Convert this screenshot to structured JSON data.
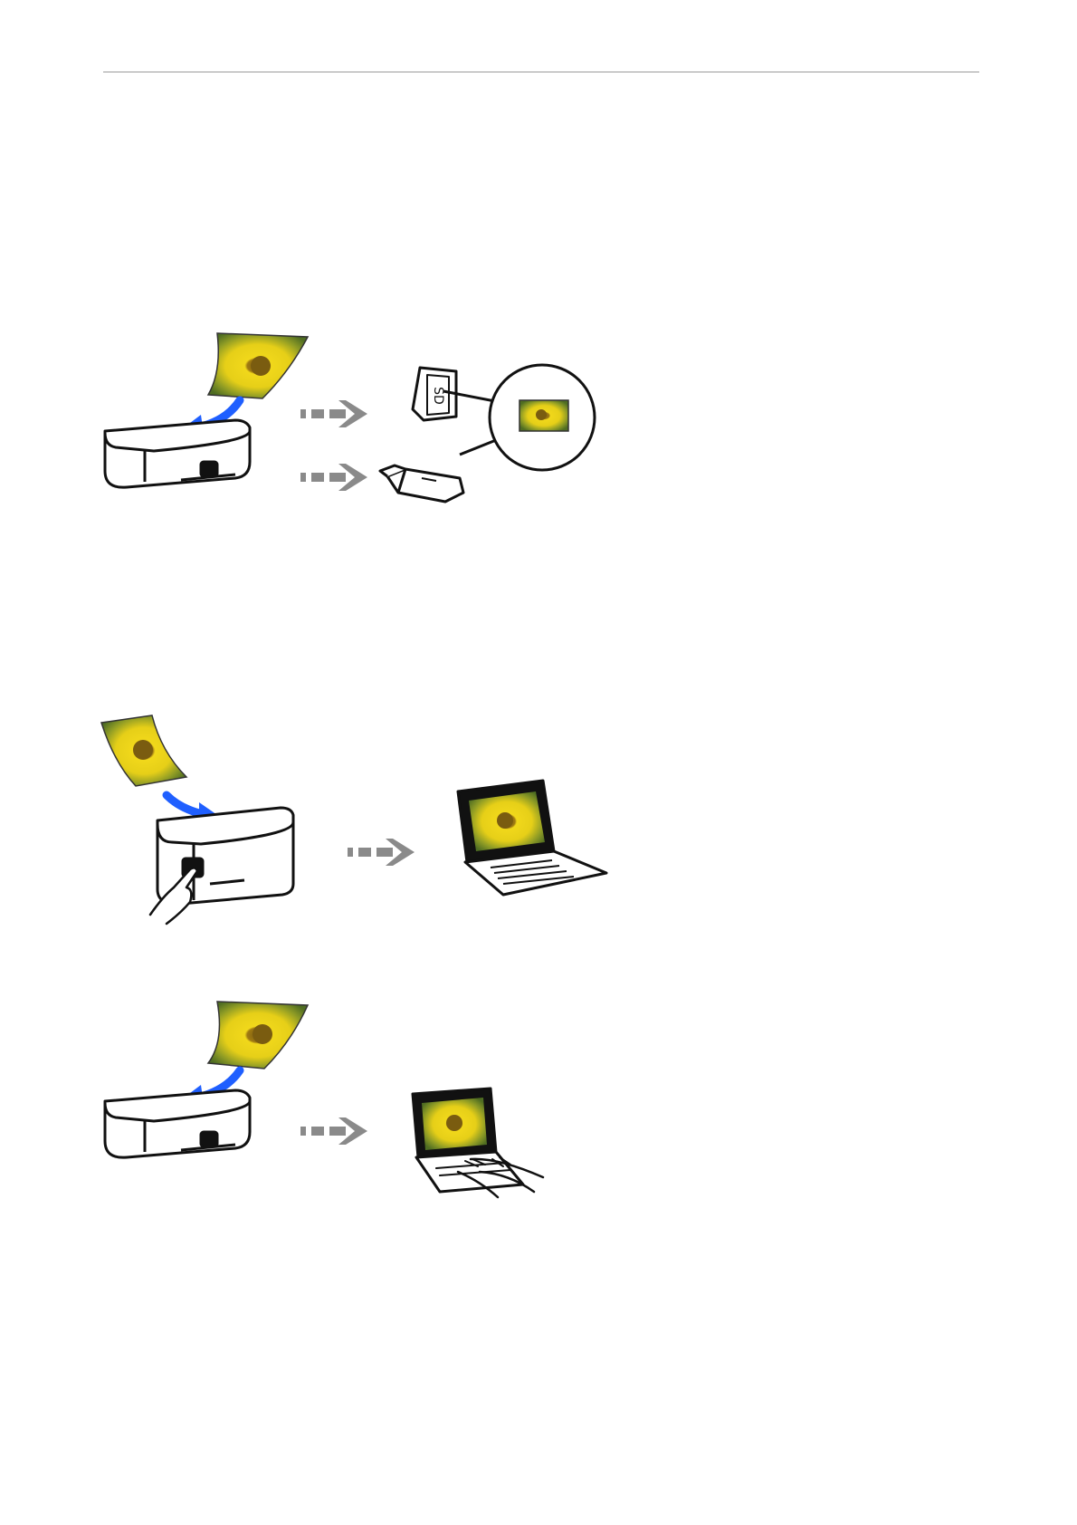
{
  "page": {
    "background": "#ffffff",
    "rule_color": "#9a9a9a"
  },
  "colors": {
    "blue_arrow": "#1f5fff",
    "gray_arrow": "#8a8a8a",
    "photo_yellow": "#e2cf16",
    "photo_green": "#5f7f28",
    "outline": "#111111"
  },
  "figures": [
    {
      "name": "scan-to-memory-device",
      "icons": [
        "scanner-icon",
        "photo-icon",
        "dashed-arrow-icon",
        "sd-card-icon",
        "usb-drive-icon",
        "callout-photo-icon"
      ],
      "sd_label": "SD"
    },
    {
      "name": "scan-to-computer-from-panel",
      "icons": [
        "photo-icon",
        "scanner-icon",
        "finger-press-icon",
        "dashed-arrow-icon",
        "laptop-icon"
      ]
    },
    {
      "name": "scan-from-computer",
      "icons": [
        "photo-icon",
        "scanner-icon",
        "dashed-arrow-icon",
        "laptop-typing-icon"
      ]
    }
  ]
}
